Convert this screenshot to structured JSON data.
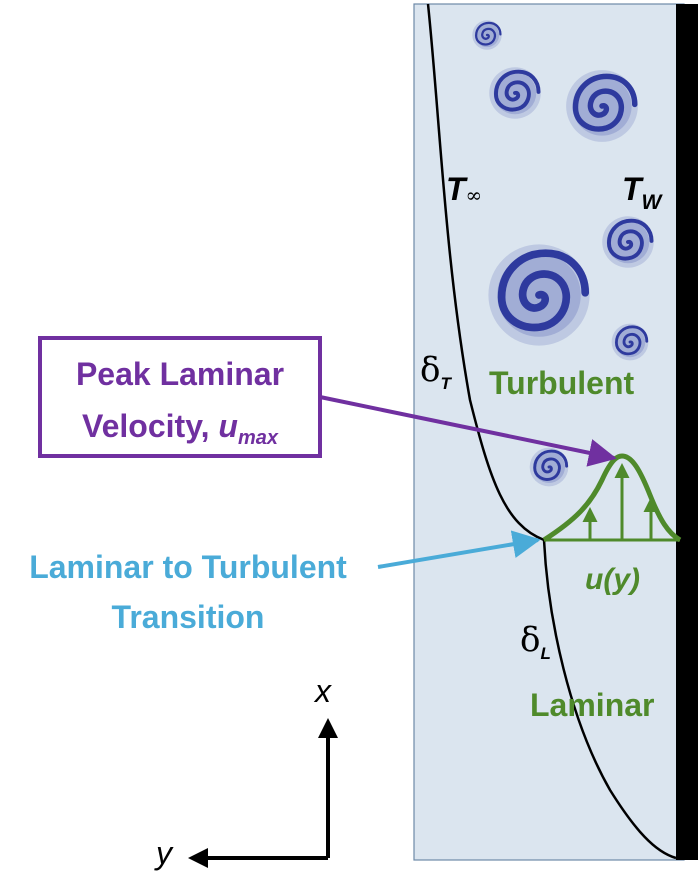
{
  "labels": {
    "t_inf_main": "T",
    "t_inf_sub": "∞",
    "t_w_main": "T",
    "t_w_sub": "W",
    "delta_t_main": "δ",
    "delta_t_sub": "T",
    "delta_l_main": "δ",
    "delta_l_sub": "L",
    "turbulent": "Turbulent",
    "laminar": "Laminar",
    "velocity_profile": "u(y)",
    "peak_line1": "Peak Laminar",
    "peak_line2": "Velocity, ",
    "peak_var_main": "u",
    "peak_var_sub": "max",
    "transition_line1": "Laminar to Turbulent",
    "transition_line2": "Transition",
    "axis_x": "x",
    "axis_y": "y"
  },
  "colors": {
    "fluid_background": "#dbe5ef",
    "wall": "#000000",
    "boundary_curve": "#000000",
    "profile_green": "#4f8a2b",
    "peak_callout_purple": "#7030a0",
    "transition_callout_blue": "#4aabd8",
    "eddy_blue": "#3b4ba8"
  },
  "icons": {
    "eddies": "spiral-vortex-icon"
  }
}
